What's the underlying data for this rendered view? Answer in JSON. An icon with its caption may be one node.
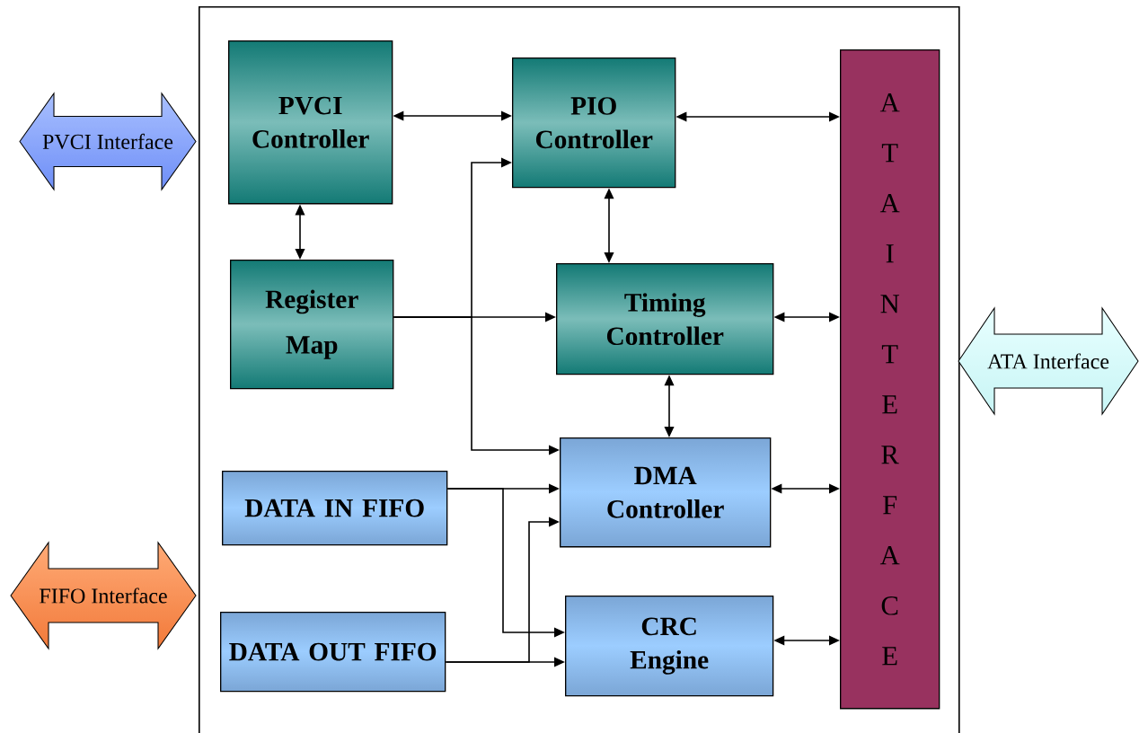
{
  "diagram": {
    "nodes": [
      {
        "text": [],
        "shape": "box"
      },
      {
        "text": [
          "PVCI Interface"
        ]
      },
      {
        "text": [
          "PVCI Controller"
        ],
        "in": 0
      },
      {
        "text": [
          "PIO Controller"
        ],
        "in": 0
      },
      {
        "text": [
          "ATA INTERFACE"
        ],
        "in": 0
      },
      {
        "text": [
          "Register Map"
        ],
        "in": 0
      },
      {
        "text": [
          "Timing Controller"
        ],
        "in": 0
      },
      {
        "text": [
          "ATA Interface"
        ]
      },
      {
        "text": [
          "DATA IN FIFO"
        ],
        "in": 0
      },
      {
        "text": [
          "DMA Controller"
        ],
        "in": 0
      },
      {
        "text": [
          "FIFO Interface"
        ]
      },
      {
        "text": [
          "DATA OUT FIFO"
        ],
        "in": 0
      },
      {
        "text": [
          "CRC Engine"
        ],
        "in": 0
      }
    ],
    "edges": [
      {
        "from": 2,
        "to": 3,
        "arrow": "both"
      },
      {
        "from": 3,
        "to": 4,
        "arrow": "both"
      },
      {
        "from": 2,
        "to": 5,
        "arrow": "both"
      },
      {
        "from": 3,
        "to": 6,
        "arrow": "both"
      },
      {
        "from": 5,
        "to": 6,
        "arrow": "to"
      },
      {
        "from": 5,
        "to": 3,
        "arrow": "to"
      },
      {
        "from": 5,
        "to": 9,
        "arrow": "to"
      },
      {
        "from": 6,
        "to": 4,
        "arrow": "both"
      },
      {
        "from": 6,
        "to": 9,
        "arrow": "both"
      },
      {
        "from": 8,
        "to": 9,
        "arrow": "to"
      },
      {
        "from": 8,
        "to": 12,
        "arrow": "to"
      },
      {
        "from": 11,
        "to": 12,
        "arrow": "to"
      },
      {
        "from": 11,
        "to": 9,
        "arrow": "to"
      },
      {
        "from": 9,
        "to": 4,
        "arrow": "both"
      },
      {
        "from": 12,
        "to": 4,
        "arrow": "both"
      }
    ]
  }
}
